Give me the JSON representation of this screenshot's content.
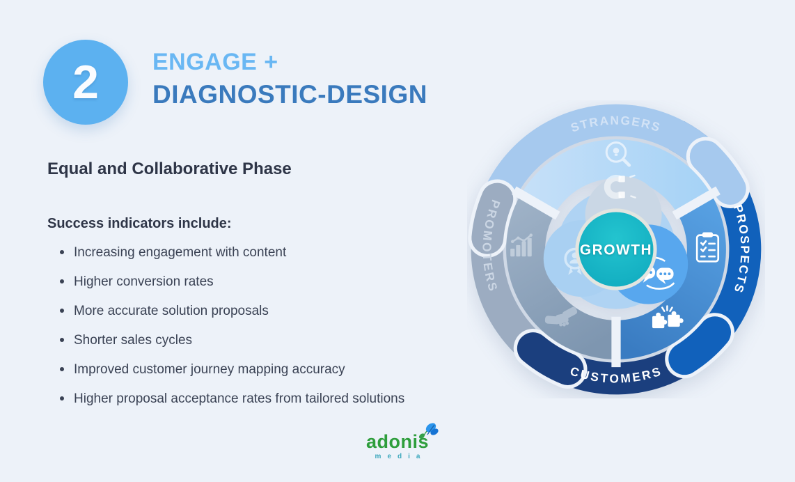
{
  "page": {
    "background_color": "#EDF2F9"
  },
  "header": {
    "step_number": "2",
    "title_line1": "ENGAGE +",
    "title_line2": "DIAGNOSTIC-DESIGN",
    "badge_color": "#5CB1F0",
    "title_line1_color": "#69B7F3",
    "title_line2_color": "#3A7ABD"
  },
  "content": {
    "phase_title": "Equal and Collaborative Phase",
    "list_title": "Success indicators include:",
    "bullets": [
      "Increasing engagement with content",
      "Higher conversion rates",
      "More accurate solution proposals",
      "Shorter sales cycles",
      "Improved customer journey mapping accuracy",
      "Higher proposal acceptance rates from tailored solutions"
    ]
  },
  "diagram": {
    "center_label": "GROWTH",
    "center_color": "#14B9C6",
    "segments": [
      {
        "label": "STRANGERS",
        "color": "#A6C9EE"
      },
      {
        "label": "PROSPECTS",
        "color": "#1161BB"
      },
      {
        "label": "CUSTOMERS",
        "color": "#1B3F7E"
      },
      {
        "label": "PROMOTERS",
        "color": "#9CACC1"
      }
    ],
    "icons": [
      "search-bulb-icon",
      "clipboard-checklist-icon",
      "puzzle-fit-icon",
      "handshake-icon",
      "growth-chart-icon",
      "magnet-icon",
      "chat-sync-icon",
      "award-person-icon"
    ]
  },
  "logo": {
    "name": "adonis",
    "subtitle": "media"
  }
}
